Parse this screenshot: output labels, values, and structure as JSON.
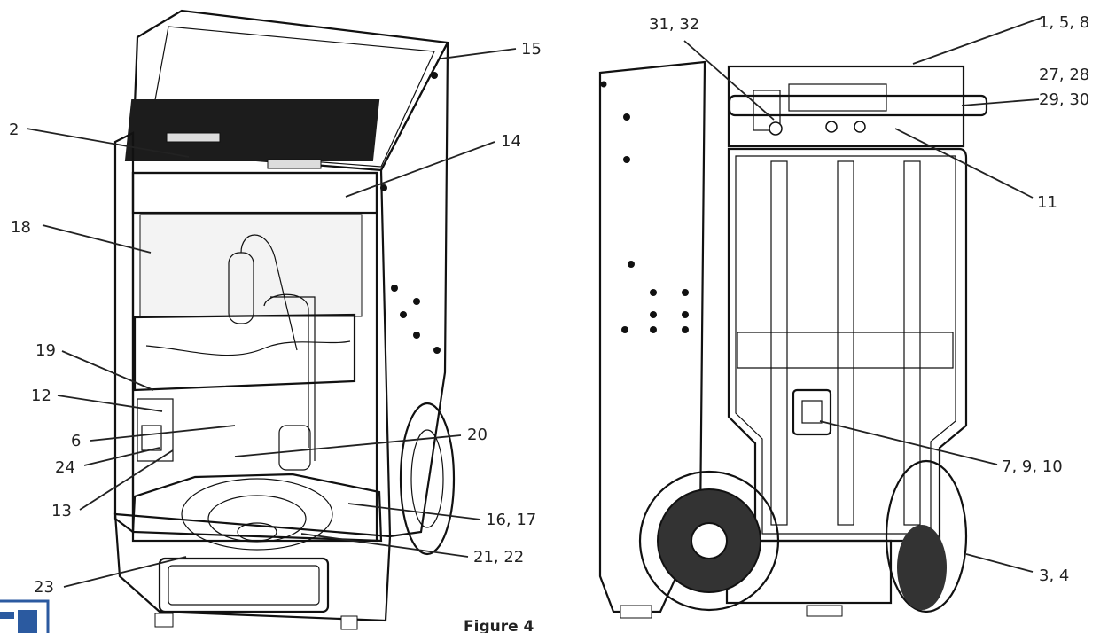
{
  "figure_label": "Figure 4",
  "callouts": [
    {
      "id": "c15",
      "text": "15"
    },
    {
      "id": "c2",
      "text": "2"
    },
    {
      "id": "c14",
      "text": "14"
    },
    {
      "id": "c18",
      "text": "18"
    },
    {
      "id": "c19",
      "text": "19"
    },
    {
      "id": "c12",
      "text": "12"
    },
    {
      "id": "c6",
      "text": "6"
    },
    {
      "id": "c20",
      "text": "20"
    },
    {
      "id": "c24",
      "text": "24"
    },
    {
      "id": "c13",
      "text": "13"
    },
    {
      "id": "c1617",
      "text": "16, 17"
    },
    {
      "id": "c2122",
      "text": "21, 22"
    },
    {
      "id": "c23",
      "text": "23"
    },
    {
      "id": "c3132",
      "text": "31, 32"
    },
    {
      "id": "c158",
      "text": "1, 5, 8"
    },
    {
      "id": "c2728",
      "text": "27, 28"
    },
    {
      "id": "c2930",
      "text": "29, 30"
    },
    {
      "id": "c11",
      "text": "11"
    },
    {
      "id": "c7910",
      "text": "7, 9, 10"
    },
    {
      "id": "c34",
      "text": "3, 4"
    }
  ]
}
